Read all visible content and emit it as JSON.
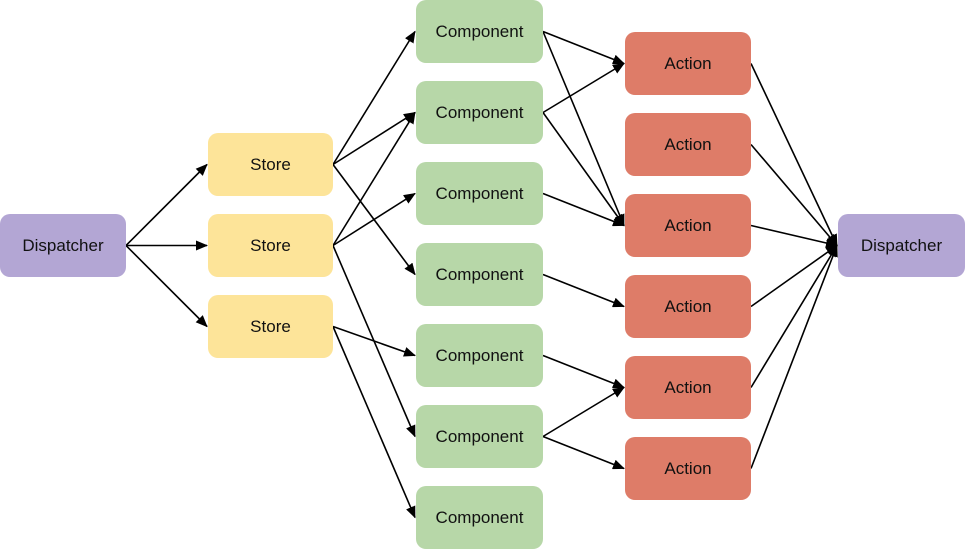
{
  "colors": {
    "dispatcher": "#b3a6d4",
    "store": "#fde499",
    "component": "#b7d7a8",
    "action": "#de7c68",
    "edge": "#000000"
  },
  "nodes": {
    "d1": {
      "label": "Dispatcher",
      "kind": "dispatcher"
    },
    "s1": {
      "label": "Store",
      "kind": "store"
    },
    "s2": {
      "label": "Store",
      "kind": "store"
    },
    "s3": {
      "label": "Store",
      "kind": "store"
    },
    "c1": {
      "label": "Component",
      "kind": "component"
    },
    "c2": {
      "label": "Component",
      "kind": "component"
    },
    "c3": {
      "label": "Component",
      "kind": "component"
    },
    "c4": {
      "label": "Component",
      "kind": "component"
    },
    "c5": {
      "label": "Component",
      "kind": "component"
    },
    "c6": {
      "label": "Component",
      "kind": "component"
    },
    "c7": {
      "label": "Component",
      "kind": "component"
    },
    "a1": {
      "label": "Action",
      "kind": "action"
    },
    "a2": {
      "label": "Action",
      "kind": "action"
    },
    "a3": {
      "label": "Action",
      "kind": "action"
    },
    "a4": {
      "label": "Action",
      "kind": "action"
    },
    "a5": {
      "label": "Action",
      "kind": "action"
    },
    "a6": {
      "label": "Action",
      "kind": "action"
    },
    "d2": {
      "label": "Dispatcher",
      "kind": "dispatcher"
    }
  },
  "edges": [
    [
      "d1",
      "s1"
    ],
    [
      "d1",
      "s2"
    ],
    [
      "d1",
      "s3"
    ],
    [
      "s1",
      "c1"
    ],
    [
      "s1",
      "c2"
    ],
    [
      "s1",
      "c4"
    ],
    [
      "s2",
      "c2"
    ],
    [
      "s2",
      "c3"
    ],
    [
      "s2",
      "c6"
    ],
    [
      "s3",
      "c5"
    ],
    [
      "s3",
      "c7"
    ],
    [
      "c1",
      "a1"
    ],
    [
      "c1",
      "a3"
    ],
    [
      "c2",
      "a1"
    ],
    [
      "c2",
      "a3"
    ],
    [
      "c3",
      "a3"
    ],
    [
      "c4",
      "a4"
    ],
    [
      "c5",
      "a5"
    ],
    [
      "c6",
      "a5"
    ],
    [
      "c6",
      "a6"
    ],
    [
      "a1",
      "d2"
    ],
    [
      "a2",
      "d2"
    ],
    [
      "a3",
      "d2"
    ],
    [
      "a4",
      "d2"
    ],
    [
      "a5",
      "d2"
    ],
    [
      "a6",
      "d2"
    ]
  ]
}
